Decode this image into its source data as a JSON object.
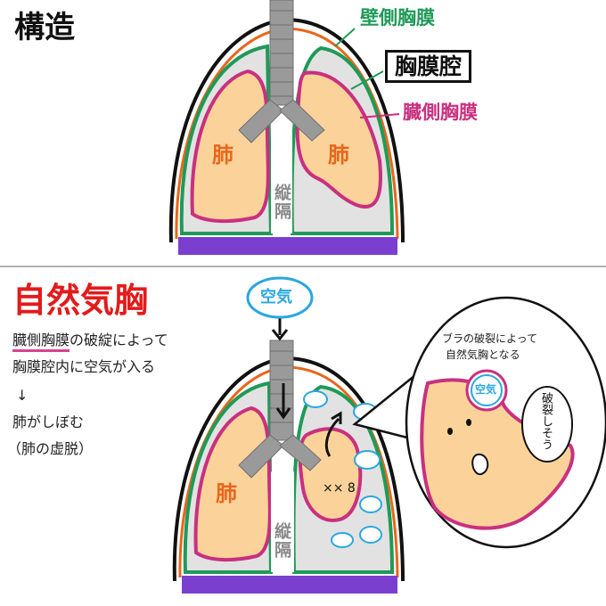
{
  "top": {
    "heading": "構造",
    "label_parietal": "壁側胸膜",
    "label_cavity": "胸膜腔",
    "label_visceral": "臓側胸膜",
    "label_lung_left": "肺",
    "label_lung_right": "肺",
    "label_mediastinum": "縦隔"
  },
  "bottom": {
    "heading": "自然気胸",
    "air_cloud": "空気",
    "line1_underlined": "臓側胸膜",
    "line1_rest": "の破綻によって",
    "line2": "胸膜腔内に空気が入る",
    "arrow": "↓",
    "line3": "肺がしぼむ",
    "line4": "（肺の虚脱）",
    "label_lung_left": "肺",
    "label_mediastinum": "縦隔",
    "bubble_title_line1": "ブラの破裂によって",
    "bubble_title_line2": "自然気胸となる",
    "bulla_label": "空気",
    "speech": "破裂しそう"
  },
  "colors": {
    "parietal_pleura": "#1f9a58",
    "visceral_pleura": "#c9307f",
    "chest_wall": "#e9661b",
    "diaphragm": "#7b3fd0",
    "lung_fill": "#fbd39a",
    "cavity_fill": "#e2e2e2",
    "airway": "#9a9a9a",
    "air_cloud": "#2aa7df"
  }
}
